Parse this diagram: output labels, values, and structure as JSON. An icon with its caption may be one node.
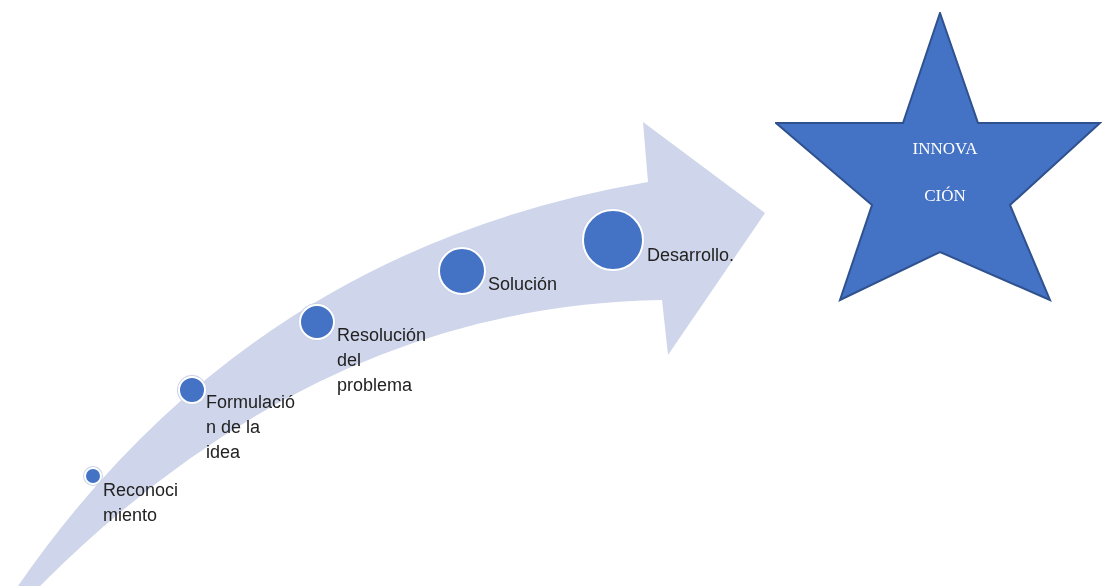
{
  "diagram": {
    "nodes": [
      {
        "text": [],
        "shape": "circle",
        "beside": [
          "Reconoci miento"
        ]
      },
      {
        "text": [],
        "shape": "circle",
        "beside": [
          "Formulació n de la idea"
        ]
      },
      {
        "text": [],
        "shape": "circle",
        "beside": [
          "Resolución del problema"
        ]
      },
      {
        "text": [],
        "shape": "circle",
        "beside": [
          "Solución"
        ]
      },
      {
        "text": [],
        "shape": "circle",
        "beside": [
          "Desarrollo."
        ]
      },
      {
        "text": [
          "INNOVA CIÓN"
        ]
      }
    ]
  }
}
